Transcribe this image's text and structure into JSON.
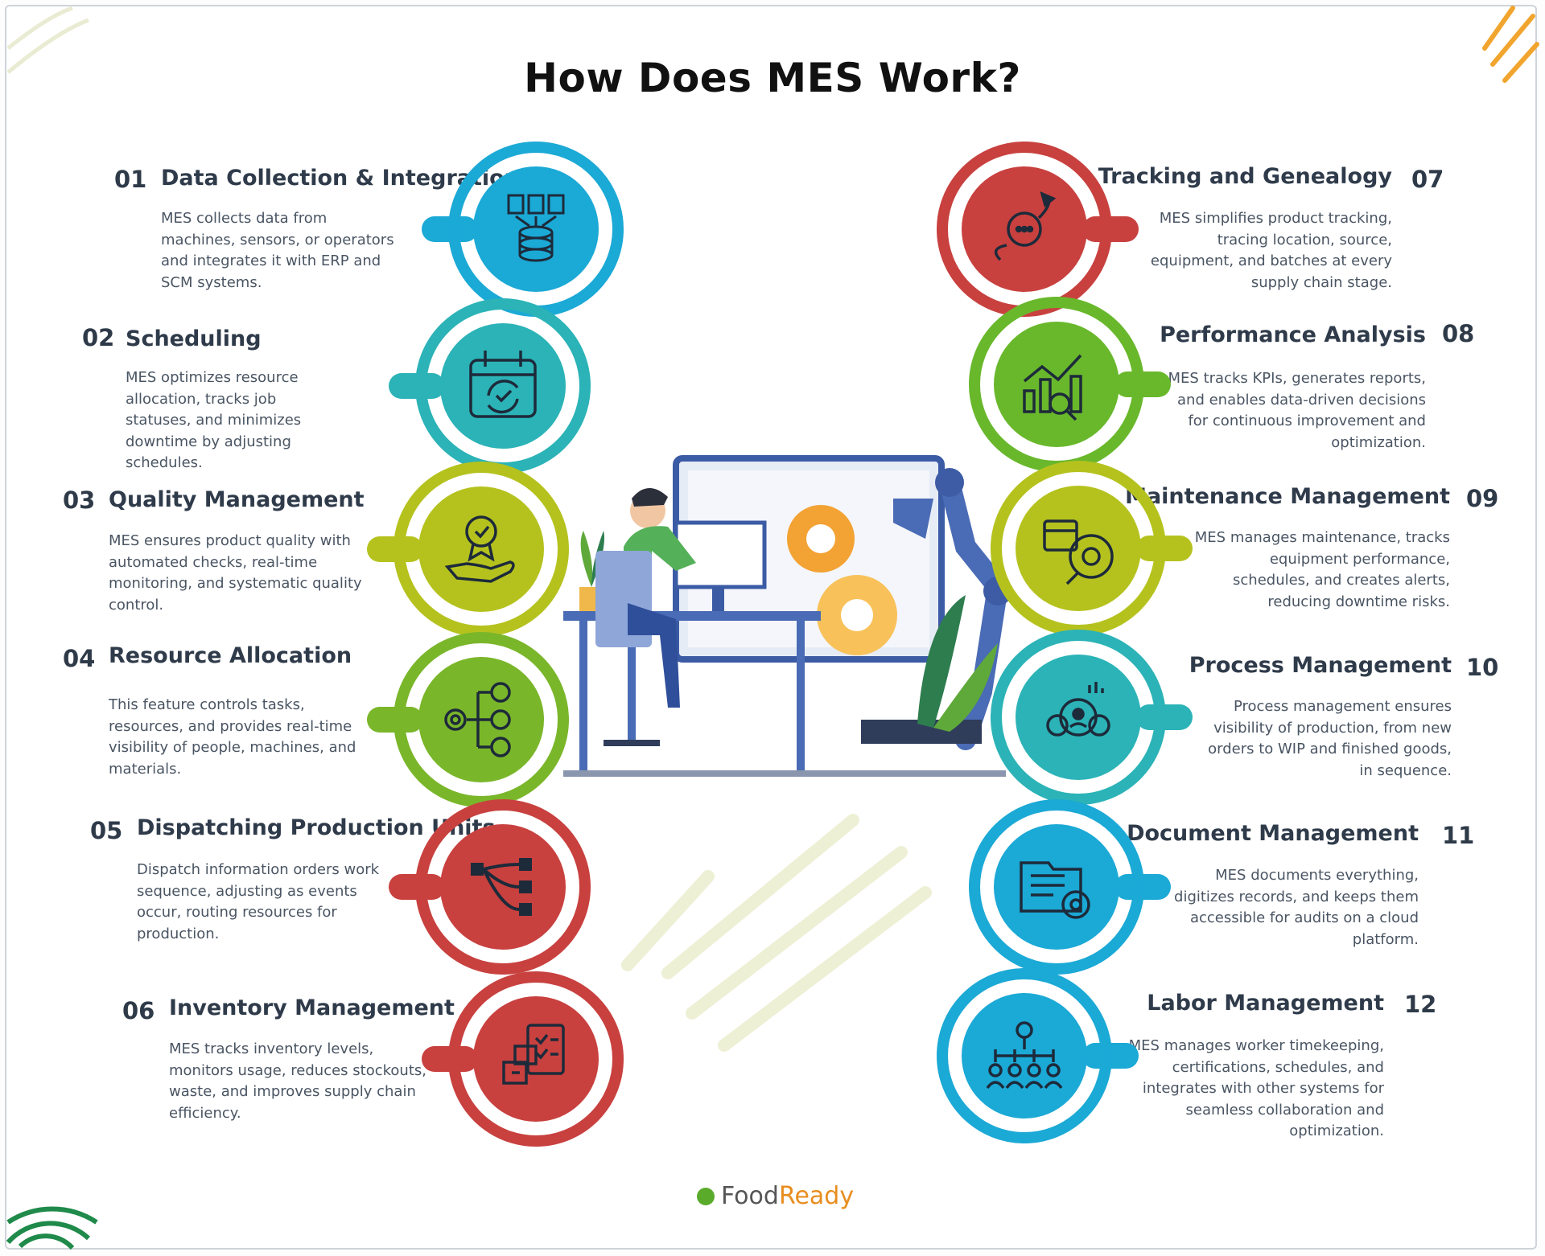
{
  "title": "How Does MES Work?",
  "brand": {
    "part1": "Food",
    "part2": "Ready"
  },
  "steps": [
    {
      "num": "01",
      "title": "Data Collection & Integration",
      "desc": "MES collects data from machines, sensors, or operators and integrates it with ERP and SCM systems.",
      "color": "#1ba9d6",
      "side": "left",
      "icon": "database-documents-icon"
    },
    {
      "num": "02",
      "title": "Scheduling",
      "desc": "MES optimizes resource allocation, tracks job statuses, and minimizes downtime by adjusting schedules.",
      "color": "#2bb3b7",
      "side": "left",
      "icon": "calendar-cycle-icon"
    },
    {
      "num": "03",
      "title": "Quality Management",
      "desc": "MES ensures product quality with automated checks, real-time monitoring, and systematic quality control.",
      "color": "#b5c21e",
      "side": "left",
      "icon": "quality-badge-hand-icon"
    },
    {
      "num": "04",
      "title": "Resource Allocation",
      "desc": "This feature controls tasks, resources, and provides real-time visibility of people, machines, and materials.",
      "color": "#7ab62a",
      "side": "left",
      "icon": "gear-resources-icon"
    },
    {
      "num": "05",
      "title": "Dispatching Production Units",
      "desc": "Dispatch information orders work sequence, adjusting as events occur, routing resources for production.",
      "color": "#c8413f",
      "side": "left",
      "icon": "flow-network-icon"
    },
    {
      "num": "06",
      "title": "Inventory Management",
      "desc": "MES tracks inventory levels, monitors usage, reduces stockouts, waste, and improves supply chain efficiency.",
      "color": "#c8413f",
      "side": "left",
      "icon": "clipboard-boxes-icon"
    },
    {
      "num": "07",
      "title": "Tracking and Genealogy",
      "desc": "MES simplifies product tracking, tracing location, source, equipment, and batches at every supply chain stage.",
      "color": "#c8413f",
      "side": "right",
      "icon": "tracking-path-icon"
    },
    {
      "num": "08",
      "title": "Performance Analysis",
      "desc": "MES tracks KPIs, generates reports, and enables data-driven decisions for continuous improvement and optimization.",
      "color": "#69b82c",
      "side": "right",
      "icon": "analytics-chart-icon"
    },
    {
      "num": "09",
      "title": "Maintenance Management",
      "desc": "MES manages maintenance, tracks equipment performance, schedules, and creates alerts, reducing downtime risks.",
      "color": "#b5c21e",
      "side": "right",
      "icon": "maintenance-gear-icon"
    },
    {
      "num": "10",
      "title": "Process Management",
      "desc": "Process management ensures visibility of production, from new orders to WIP and finished goods, in sequence.",
      "color": "#2bb3b7",
      "side": "right",
      "icon": "process-gears-icon"
    },
    {
      "num": "11",
      "title": "Document Management",
      "desc": "MES documents everything, digitizes records, and keeps them accessible for audits on a cloud platform.",
      "color": "#1ba9d6",
      "side": "right",
      "icon": "document-folder-gear-icon"
    },
    {
      "num": "12",
      "title": "Labor Management",
      "desc": "MES manages worker timekeeping, certifications, schedules, and integrates with other systems for seamless collaboration and optimization.",
      "color": "#1ba9d6",
      "side": "right",
      "icon": "team-hierarchy-icon"
    }
  ]
}
